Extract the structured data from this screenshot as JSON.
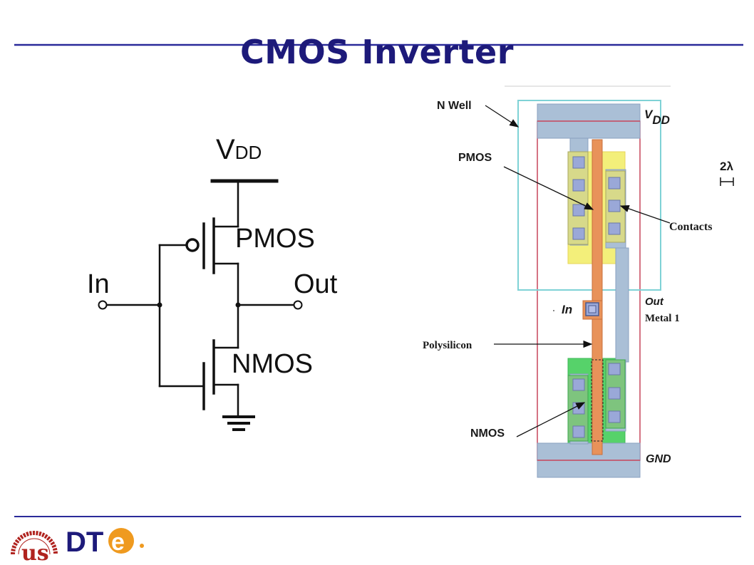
{
  "slide": {
    "title": "CMOS Inverter"
  },
  "schematic": {
    "vdd_main": "V",
    "vdd_sub": "DD",
    "pmos_label": "PMOS",
    "nmos_label": "NMOS",
    "in_label": "In",
    "out_label": "Out"
  },
  "layout": {
    "nwell_label": "N Well",
    "pmos_label": "PMOS",
    "nmos_label": "NMOS",
    "vdd_main": "V",
    "vdd_sub": "DD",
    "scale_label": "2λ",
    "contacts_label": "Contacts",
    "out_label": "Out",
    "metal_label": "Metal 1",
    "in_label": "In",
    "poly_label": "Polysilicon",
    "gnd_label": "GND"
  },
  "footer": {
    "logo_text": "DTE"
  },
  "colors": {
    "title": "#1d1a7a",
    "rule": "#2a2a9a",
    "nwell": "#7fd2d6",
    "metal": "#aabfd6",
    "poly": "#e8925a",
    "pdiff": "#f3ef7a",
    "ndiff": "#56d26a",
    "contact": "#9aa8d8",
    "logo_red": "#b0231f",
    "logo_orange": "#ef9a1f"
  }
}
